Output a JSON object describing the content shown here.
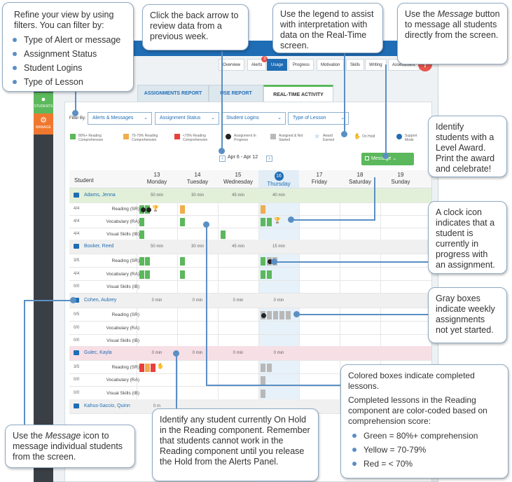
{
  "app": {
    "sidebar": {
      "students_label": "STUDENTS",
      "manage_label": "MANAGE"
    },
    "nav": [
      {
        "label": "Overview"
      },
      {
        "label": "Alerts",
        "badge": "3"
      },
      {
        "label": "Usage"
      },
      {
        "label": "Progress"
      },
      {
        "label": "Motivation"
      },
      {
        "label": "Skills"
      },
      {
        "label": "Writing"
      },
      {
        "label": "Assessment"
      }
    ],
    "help": "?",
    "report_tabs": [
      "ASSIGNMENTS REPORT",
      "USE REPORT",
      "REAL-TIME ACTIVITY"
    ],
    "filters": {
      "label": "Filter By:",
      "items": [
        "Alerts & Messages",
        "Assignment Status",
        "Student Logins",
        "Type of Lesson"
      ]
    },
    "legend": [
      {
        "text": "80%+ Reading Comprehension",
        "color": "#5cb85c"
      },
      {
        "text": "70-79% Reading Comprehension",
        "color": "#f0ad4e"
      },
      {
        "text": "<70% Reading Comprehension",
        "color": "#e8403a"
      },
      {
        "text": "Assignment In Progress",
        "icon": "clock-icon"
      },
      {
        "text": "Assigned & Not Started",
        "color": "#b8b8b8"
      },
      {
        "text": "Award Earned",
        "icon": "trophy-icon"
      },
      {
        "text": "On Hold",
        "icon": "hand-icon"
      },
      {
        "text": "Support Mode",
        "icon": "support-icon"
      }
    ],
    "date_range": "Apr 6 - Apr 12",
    "message_button": "Message",
    "grid": {
      "student_header": "Student",
      "days": [
        {
          "num": "13",
          "name": "Monday"
        },
        {
          "num": "14",
          "name": "Tuesday"
        },
        {
          "num": "15",
          "name": "Wednesday"
        },
        {
          "num": "16",
          "name": "Thursday",
          "today": true
        },
        {
          "num": "17",
          "name": "Friday"
        },
        {
          "num": "18",
          "name": "Saturday"
        },
        {
          "num": "19",
          "name": "Sunday"
        }
      ],
      "students": [
        {
          "name": "Adams, Jenna",
          "mins": [
            "50 min",
            "30 min",
            "45 min",
            "40 min"
          ],
          "rows": [
            {
              "frac": "4/4",
              "label": "Reading (SR)"
            },
            {
              "frac": "4/4",
              "label": "Vocabulary (RA)"
            },
            {
              "frac": "4/4",
              "label": "Visual Skills (IB)"
            }
          ]
        },
        {
          "name": "Booker, Reed",
          "mins": [
            "50 min",
            "30 min",
            "45 min",
            "15 min"
          ],
          "rows": [
            {
              "frac": "3/5",
              "label": "Reading (SR)"
            },
            {
              "frac": "4/4",
              "label": "Vocabulary (RA)"
            },
            {
              "frac": "0/0",
              "label": "Visual Skills (IB)"
            }
          ]
        },
        {
          "name": "Cohen, Aubrey",
          "mins": [
            "0 min",
            "0 min",
            "0 min",
            "0 min"
          ],
          "rows": [
            {
              "frac": "0/5",
              "label": "Reading (SR)"
            },
            {
              "frac": "0/0",
              "label": "Vocabulary (RA)"
            },
            {
              "frac": "0/0",
              "label": "Visual Skills (IB)"
            }
          ]
        },
        {
          "name": "Gulec, Kayla",
          "mins": [
            "0 min",
            "0 min",
            "0 min",
            "0 min"
          ],
          "rows": [
            {
              "frac": "3/5",
              "label": "Reading (SR)"
            },
            {
              "frac": "0/0",
              "label": "Vocabulary (RA)"
            },
            {
              "frac": "0/0",
              "label": "Visual Skills (IB)"
            }
          ]
        },
        {
          "name": "Kahus-Saccio, Quinn",
          "mins": [
            "0 m"
          ]
        }
      ]
    }
  },
  "callouts": {
    "filters": {
      "intro": "Refine your view by using filters. You can filter by:",
      "items": [
        "Type of Alert or message",
        "Assignment Status",
        "Student Logins",
        "Type of Lesson"
      ]
    },
    "back_arrow": "Click the back arrow to review data from a previous week.",
    "legend": "Use the legend to assist with interpretation with data on the Real-Time screen.",
    "message": {
      "pre": "Use the ",
      "em": "Message",
      "post": " button to message all students directly from the screen."
    },
    "award": "Identify students with a Level Award. Print the award and celebrate!",
    "clock": "A clock icon indicates that a student is currently in progress with an assignment.",
    "gray": "Gray boxes indicate weekly assignments not yet started.",
    "colored": {
      "p1": "Colored boxes indicate completed lessons.",
      "p2": "Completed lessons in the Reading component are color-coded based on comprehension score:",
      "items": [
        "Green = 80%+ comprehension",
        "Yellow = 70-79%",
        "Red = < 70%"
      ]
    },
    "on_hold": "Identify any student currently On Hold in the Reading component. Remember that students cannot work in the Reading component until you release the Hold from the Alerts Panel.",
    "message_icon": {
      "pre": "Use the ",
      "em": "Message",
      "post": " icon to message individual students from the screen."
    }
  }
}
